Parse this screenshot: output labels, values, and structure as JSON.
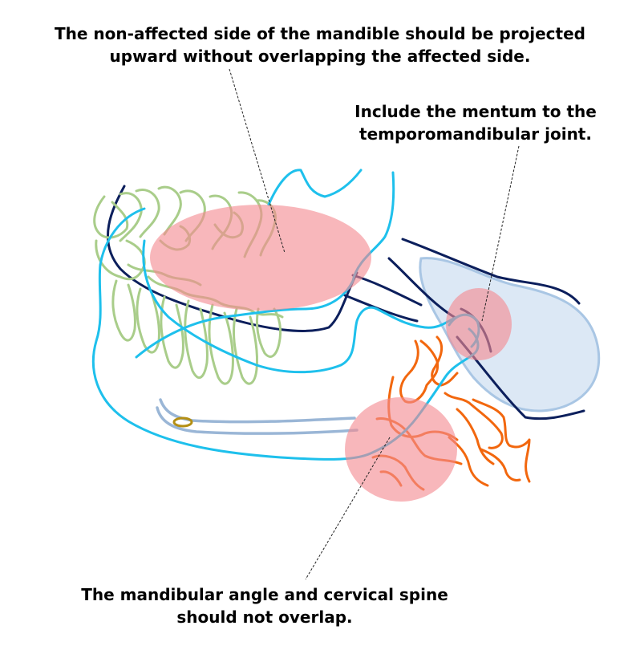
{
  "annotations": {
    "non_affected_side": {
      "line1": "The non-affected side of the mandible should be projected",
      "line2": "upward without overlapping the affected side."
    },
    "mentum_tmj": {
      "line1": "Include the mentum to the",
      "line2": "temporomandibular joint."
    },
    "angle_spine": {
      "line1": "The mandibular angle and cervical spine",
      "line2": "should not overlap."
    }
  },
  "colors": {
    "teeth": "#a9cd8a",
    "mandible_outline": "#1ec0ec",
    "dark_contour": "#0c1f5c",
    "cervical_spine": "#f2670e",
    "hyoid": "#9ab6d6",
    "hyoid_ring": "#b48f14",
    "joint_fill": "#dce8f5",
    "joint_stroke": "#a9c6e4",
    "highlight": "#f48a92"
  }
}
